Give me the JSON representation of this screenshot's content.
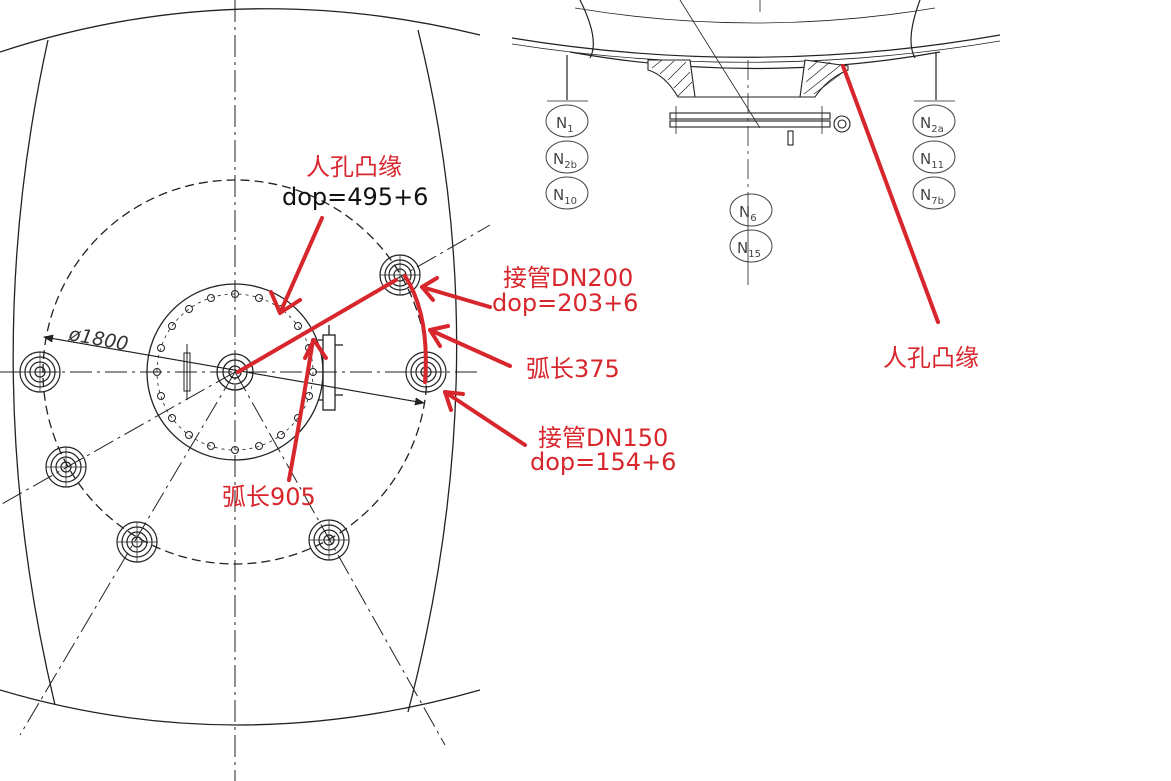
{
  "colors": {
    "line": "#222222",
    "annotation": "#d8262d",
    "text_dark": "#111111"
  },
  "annotations": {
    "manhole_flange": "人孔凸缘",
    "manhole_dop": "dop=495+6",
    "nozzle_dn200": "接管DN200",
    "nozzle_dn200_dop": "dop=203+6",
    "arc_375": "弧长375",
    "nozzle_dn150": "接管DN150",
    "nozzle_dn150_dop": "dop=154+6",
    "arc_905": "弧长905",
    "manhole_flange_right": "人孔凸缘"
  },
  "dimension": {
    "diameter": "ø1800"
  },
  "nozzle_labels": [
    {
      "base": "N",
      "sub": "1"
    },
    {
      "base": "N",
      "sub": "2b"
    },
    {
      "base": "N",
      "sub": "10"
    },
    {
      "base": "N",
      "sub": "6"
    },
    {
      "base": "N",
      "sub": "15"
    },
    {
      "base": "N",
      "sub": "2a"
    },
    {
      "base": "N",
      "sub": "11"
    },
    {
      "base": "N",
      "sub": "7b"
    }
  ]
}
